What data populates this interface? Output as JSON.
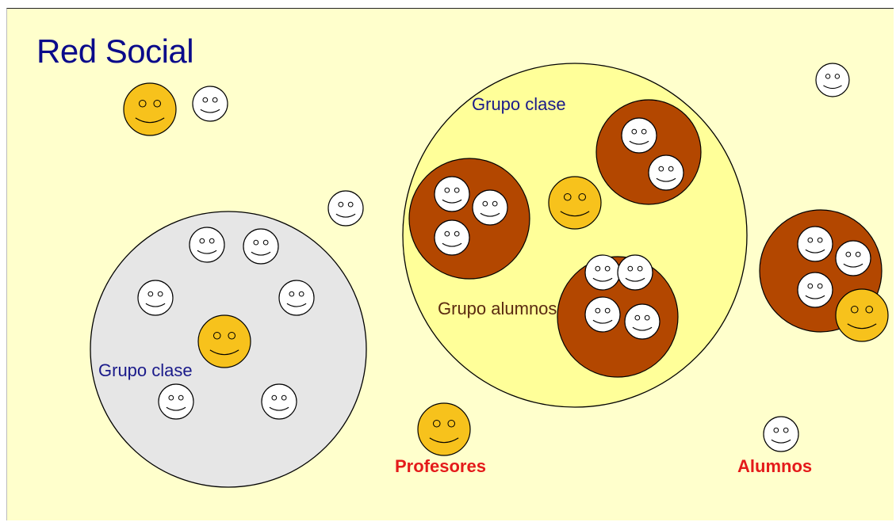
{
  "title": "Red Social",
  "labels": {
    "grupo_clase_left": "Grupo clase",
    "grupo_clase_center": "Grupo clase",
    "grupo_alumnos": "Grupo alumnos",
    "profesores": "Profesores",
    "alumnos": "Alumnos"
  },
  "colors": {
    "background": "#ffffcc",
    "title": "#0a0a8a",
    "label_blue": "#1a1a8a",
    "label_red": "#e41a1a",
    "teacher_face": "#f7c21c",
    "student_face": "#ffffff",
    "class_group_gray": "#e6e6e6",
    "class_group_yellow": "#ffff99",
    "student_group_brown": "#b34700"
  },
  "icons": {
    "teacher": "smiley-face-yellow-icon",
    "student": "smiley-face-white-icon"
  }
}
